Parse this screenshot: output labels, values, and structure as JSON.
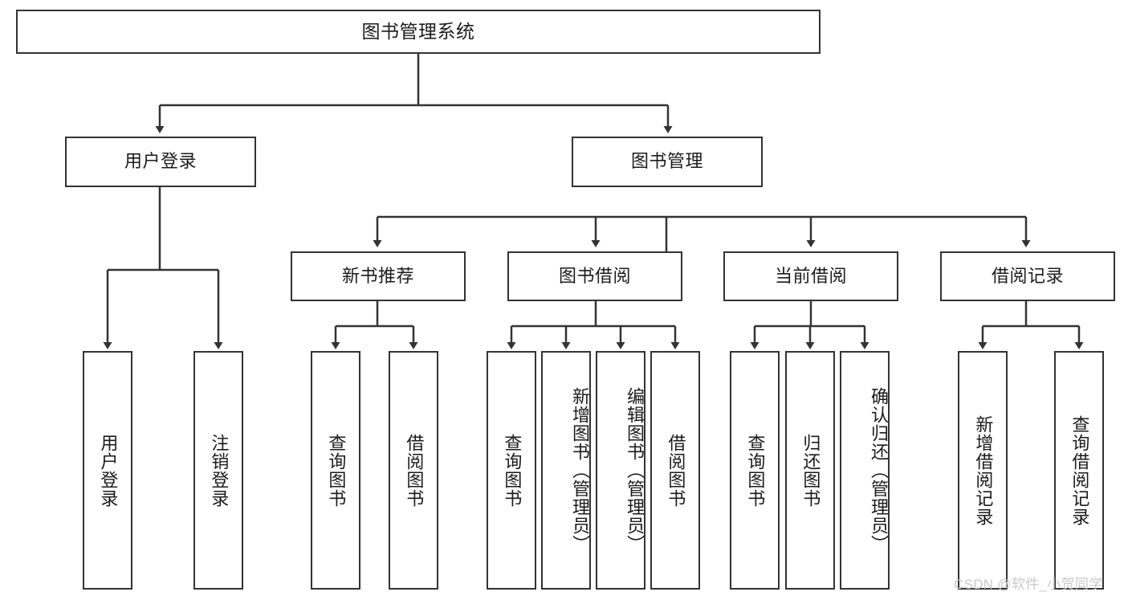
{
  "diagram": {
    "title": "图书管理系统",
    "root": {
      "label": "图书管理系统"
    },
    "level1": [
      {
        "label": "用户登录"
      },
      {
        "label": "图书管理"
      }
    ],
    "level2": [
      {
        "label": "新书推荐"
      },
      {
        "label": "图书借阅"
      },
      {
        "label": "当前借阅"
      },
      {
        "label": "借阅记录"
      }
    ],
    "leaves": {
      "user_login": [
        {
          "label": "用户登录"
        },
        {
          "label": "注销登录"
        }
      ],
      "new_book_recommend": [
        {
          "label": "查询图书"
        },
        {
          "label": "借阅图书"
        }
      ],
      "book_borrow": [
        {
          "label": "查询图书"
        },
        {
          "label": "新增图书（管理员）"
        },
        {
          "label": "编辑图书（管理员）"
        },
        {
          "label": "借阅图书"
        }
      ],
      "current_borrow": [
        {
          "label": "查询图书"
        },
        {
          "label": "归还图书"
        },
        {
          "label": "确认归还（管理员）"
        }
      ],
      "borrow_record": [
        {
          "label": "新增借阅记录"
        },
        {
          "label": "查询借阅记录"
        }
      ]
    }
  },
  "watermark": {
    "text": "CSDN @软件_小贺同学"
  },
  "colors": {
    "stroke": "#333333",
    "text": "#1b1b1b",
    "background": "#ffffff",
    "watermark": "#c9c9c9"
  }
}
